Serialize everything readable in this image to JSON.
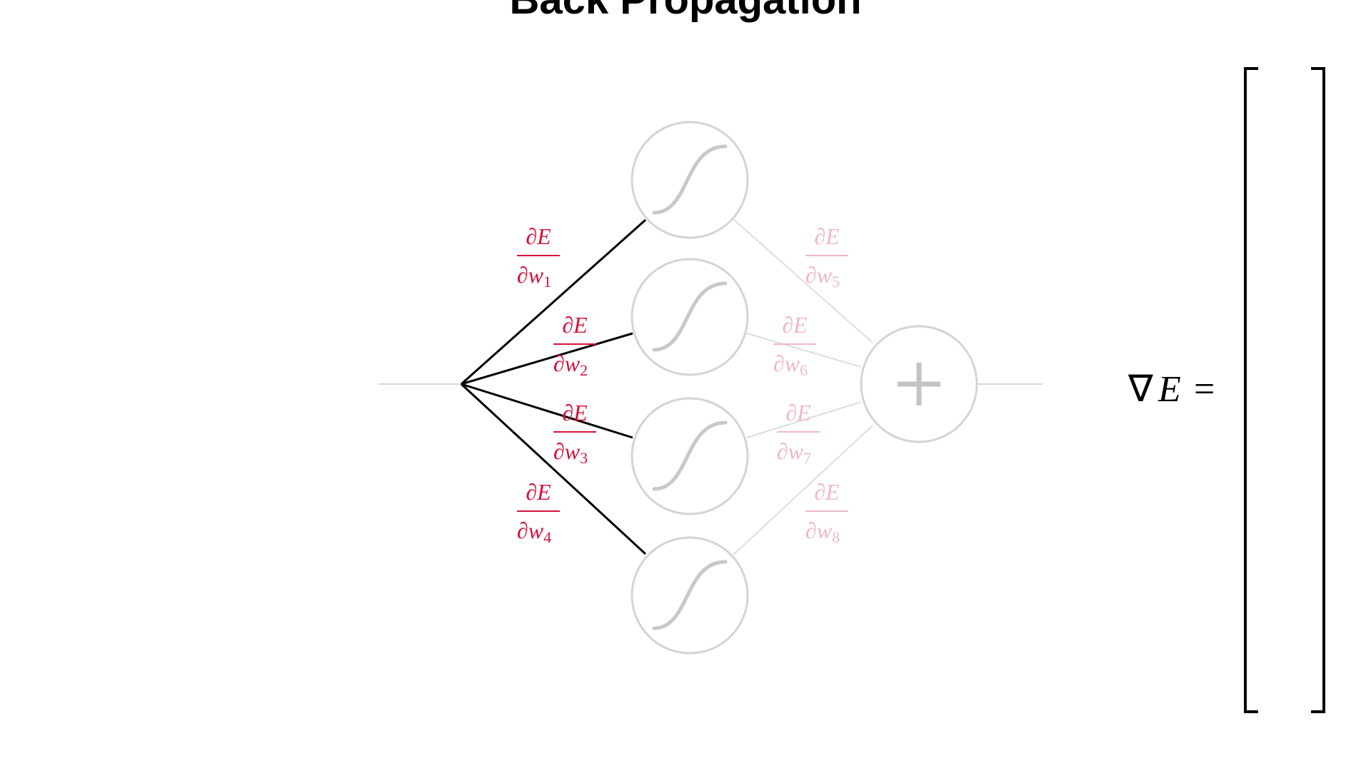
{
  "title": "Back Propagation",
  "colors": {
    "gradient_label": "#d6123a",
    "gradient_label_faded": "#f0b8c4",
    "active_edge": "#000000",
    "inactive_edge": "#d9d9d9",
    "node_stroke": "#d4d4d4",
    "node_glyph": "#c4c4c4"
  },
  "network": {
    "input_count": 1,
    "hidden_count": 4,
    "hidden_activation": "sigmoid-icon",
    "output_operation": "plus-icon",
    "active_weights": [
      "w1",
      "w2",
      "w3",
      "w4"
    ],
    "faded_weights": [
      "w5",
      "w6",
      "w7",
      "w8"
    ]
  },
  "labels": {
    "numerator": "∂E",
    "denominator_prefix": "∂w",
    "w1": "1",
    "w2": "2",
    "w3": "3",
    "w4": "4",
    "w5": "5",
    "w6": "6",
    "w7": "7",
    "w8": "8"
  },
  "gradient": {
    "nabla": "∇",
    "symbol": "E",
    "equals": "="
  }
}
